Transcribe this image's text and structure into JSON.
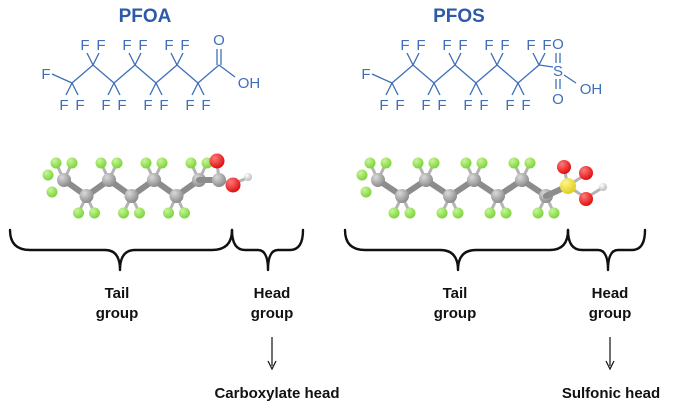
{
  "colors": {
    "title": "#2e5aa7",
    "structure_label": "#3e6fb8",
    "carbon": "#8c8c8c",
    "fluorine": "#7ed43c",
    "oxygen": "#e01010",
    "sulfur": "#e0d020",
    "hydrogen": "#eeeeee",
    "caption": "#111111"
  },
  "pfoa": {
    "title": "PFOA",
    "f_label": "F",
    "o_label": "O",
    "oh_label": "OH",
    "tail_label_line1": "Tail",
    "tail_label_line2": "group",
    "head_label_line1": "Head",
    "head_label_line2": "group",
    "head_type": "Carboxylate head"
  },
  "pfos": {
    "title": "PFOS",
    "f_label": "F",
    "s_label": "S",
    "o_label": "O",
    "oh_label": "OH",
    "tail_label_line1": "Tail",
    "tail_label_line2": "group",
    "head_label_line1": "Head",
    "head_label_line2": "group",
    "head_type": "Sulfonic head"
  },
  "icons": {
    "arrow": "down-arrow-icon",
    "brace": "curly-brace-icon"
  }
}
